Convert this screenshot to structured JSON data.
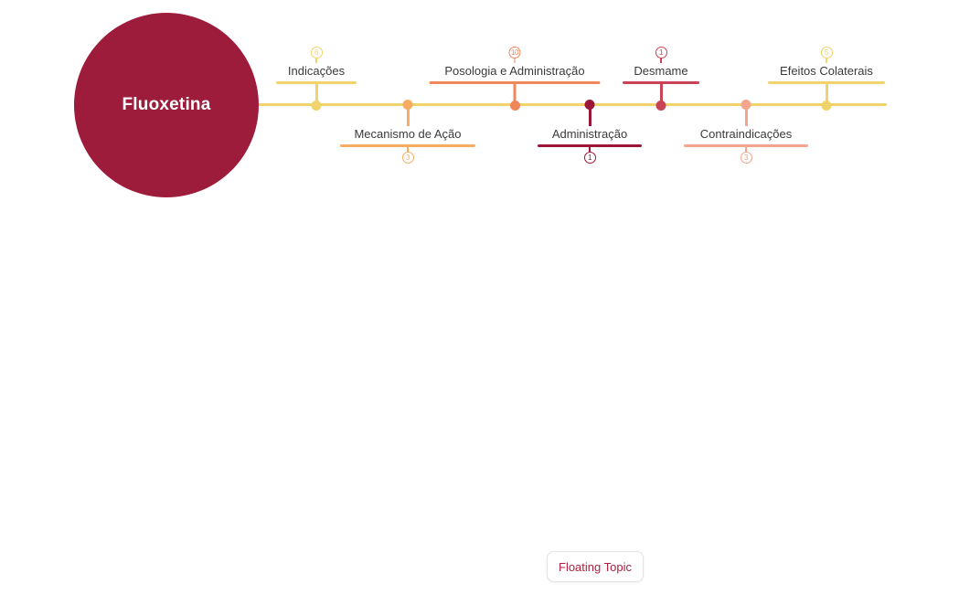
{
  "central_topic": {
    "label": "Fluoxetina",
    "color": "#9E1C3B",
    "text_color": "#FFFFFF"
  },
  "timeline": {
    "color": "#F0D36A"
  },
  "topics": [
    {
      "label": "Indicações",
      "count": 6,
      "color": "#F0D36A",
      "side": "top"
    },
    {
      "label": "Mecanismo de Ação",
      "count": 3,
      "color": "#F6AD63",
      "side": "bottom"
    },
    {
      "label": "Posologia e Administração",
      "count": 10,
      "color": "#F0875A",
      "side": "top"
    },
    {
      "label": "Administração",
      "count": 1,
      "color": "#9B1638",
      "side": "bottom"
    },
    {
      "label": "Desmame",
      "count": 1,
      "color": "#C84355",
      "side": "top"
    },
    {
      "label": "Contraindicações",
      "count": 3,
      "color": "#F5A58B",
      "side": "bottom"
    },
    {
      "label": "Efeitos Colaterais",
      "count": 5,
      "color": "#F0D36A",
      "side": "top"
    }
  ],
  "floating_topic_button": {
    "label": "Floating Topic",
    "text_color": "#AD2040"
  }
}
